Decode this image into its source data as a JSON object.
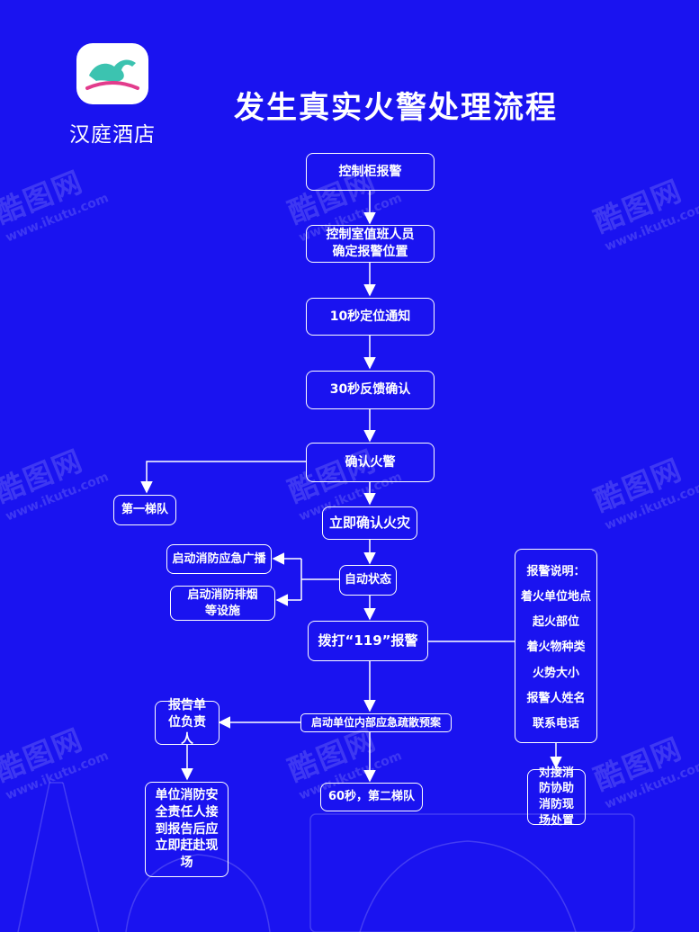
{
  "brand": {
    "name": "汉庭酒店",
    "logo_colors": {
      "horse": "#3cc3b0",
      "arc": "#e23c8c",
      "background": "#ffffff"
    }
  },
  "title": "发生真实火警处理流程",
  "steps": {
    "control_panel_alarm": "控制柜报警",
    "duty_confirm_position": "控制室值班人员确定报警位置",
    "notify_10s": "10秒定位通知",
    "feedback_30s": "30秒反馈确认",
    "confirm_alarm": "确认火警",
    "first_team": "第一梯队",
    "confirm_fire": "立即确认火灾",
    "auto_state": "自动状态",
    "broadcast": "启动消防应急广播",
    "smoke_exhaust": "启动消防排烟等设施",
    "dial_119": "拨打“119”报警",
    "evacuation_plan": "启动单位内部应急疏散预案",
    "second_team": "60秒，第二梯队",
    "report_head": "报告单位负责人",
    "head_rush": "单位消防安全责任人接到报告后应立即赶赴现场",
    "assist_firefighters": "对接消防协助消防现场处置"
  },
  "report_note": {
    "heading": "报警说明：",
    "items": [
      "着火单位地点",
      "起火部位",
      "着火物种类",
      "火势大小",
      "报警人姓名",
      "联系电话"
    ]
  },
  "watermark": {
    "cn": "酷图网",
    "url": "www.ikutu.com"
  },
  "colors": {
    "background": "#1a13f0",
    "line": "#ffffff"
  }
}
